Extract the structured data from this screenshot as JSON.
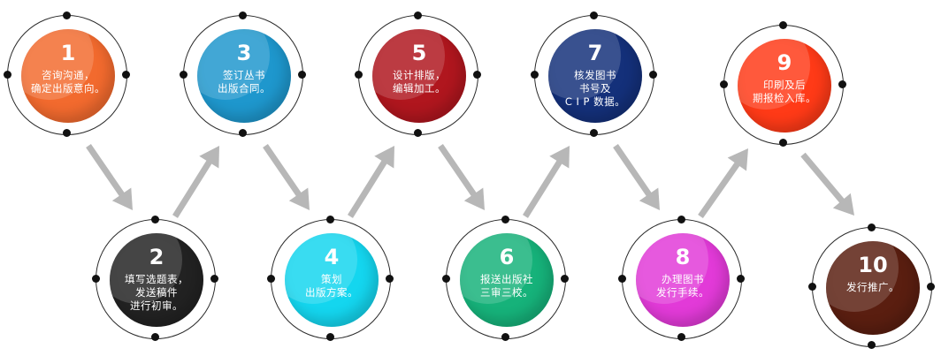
{
  "steps": [
    {
      "num": "1",
      "text": "咨询沟通，\n确定出版意向。",
      "color": "#f26a2e"
    },
    {
      "num": "2",
      "text": "填写选题表，\n发送稿件\n进行初审。",
      "color": "#222222"
    },
    {
      "num": "3",
      "text": "签订丛书\n出版合同。",
      "color": "#1e97cd"
    },
    {
      "num": "4",
      "text": "策划\n出版方案。",
      "color": "#14d6ef"
    },
    {
      "num": "5",
      "text": "设计排版，\n编辑加工。",
      "color": "#b0161e"
    },
    {
      "num": "6",
      "text": "报送出版社\n三审三校。",
      "color": "#16b27a"
    },
    {
      "num": "7",
      "text": "核发图书\n书号及\nC I P 数据。",
      "color": "#14307a"
    },
    {
      "num": "8",
      "text": "办理图书\n发行手续。",
      "color": "#e23ad8"
    },
    {
      "num": "9",
      "text": "印刷及后\n期报检入库。",
      "color": "#ff3a17"
    },
    {
      "num": "10",
      "text": "发行推广。",
      "color": "#5a1e10"
    }
  ],
  "arrow_color": "#b7b7b7"
}
